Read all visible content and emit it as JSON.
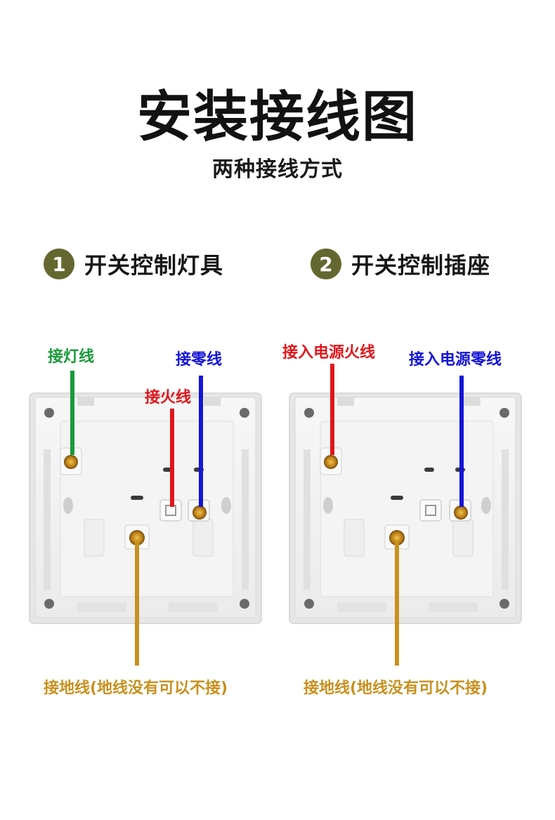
{
  "header": {
    "title": "安装接线图",
    "subtitle": "两种接线方式"
  },
  "sections": [
    {
      "number": "1",
      "title": "开关控制灯具",
      "labels": {
        "lamp": "接灯线",
        "live": "接火线",
        "neutral": "接零线",
        "ground": "接地线(地线没有可以不接)"
      }
    },
    {
      "number": "2",
      "title": "开关控制插座",
      "labels": {
        "live": "接入电源火线",
        "neutral": "接入电源零线",
        "ground": "接地线(地线没有可以不接)"
      }
    }
  ],
  "colors": {
    "badge": "#64672f",
    "lamp_wire": "#1a9a3a",
    "live_wire": "#e0161c",
    "neutral_wire": "#1414d8",
    "ground_wire": "#c8901e"
  }
}
